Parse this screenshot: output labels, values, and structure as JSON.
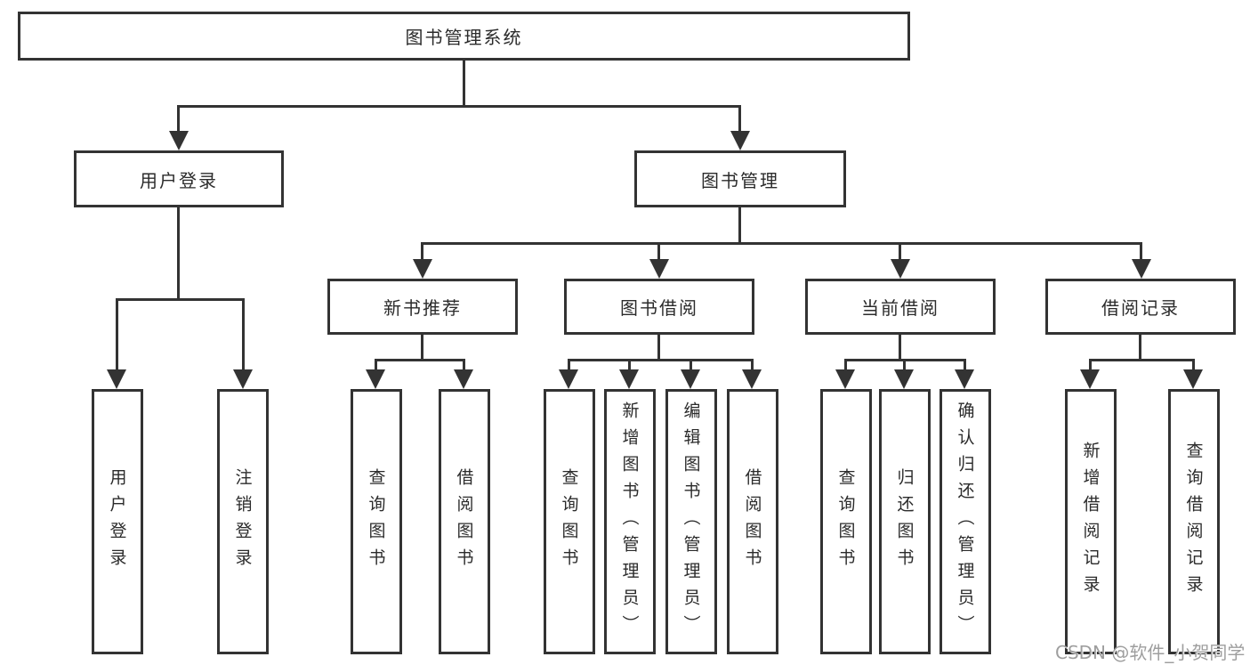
{
  "diagram": {
    "type": "hierarchy",
    "root": {
      "label": "图书管理系统"
    },
    "branches": [
      {
        "label": "用户登录",
        "children": [
          {
            "label": "用户登录"
          },
          {
            "label": "注销登录"
          }
        ]
      },
      {
        "label": "图书管理",
        "children": [
          {
            "label": "新书推荐",
            "children": [
              {
                "label": "查询图书"
              },
              {
                "label": "借阅图书"
              }
            ]
          },
          {
            "label": "图书借阅",
            "children": [
              {
                "label": "查询图书"
              },
              {
                "label": "新增图书（管理员）"
              },
              {
                "label": "编辑图书（管理员）"
              },
              {
                "label": "借阅图书"
              }
            ]
          },
          {
            "label": "当前借阅",
            "children": [
              {
                "label": "查询图书"
              },
              {
                "label": "归还图书"
              },
              {
                "label": "确认归还（管理员）"
              }
            ]
          },
          {
            "label": "借阅记录",
            "children": [
              {
                "label": "新增借阅记录"
              },
              {
                "label": "查询借阅记录"
              }
            ]
          }
        ]
      }
    ]
  },
  "watermark": {
    "text": "CSDN @软件_小贺同学"
  },
  "colors": {
    "line": "#333333",
    "text": "#2b2b2b",
    "background": "#ffffff",
    "watermark": "#9e9e9e"
  }
}
